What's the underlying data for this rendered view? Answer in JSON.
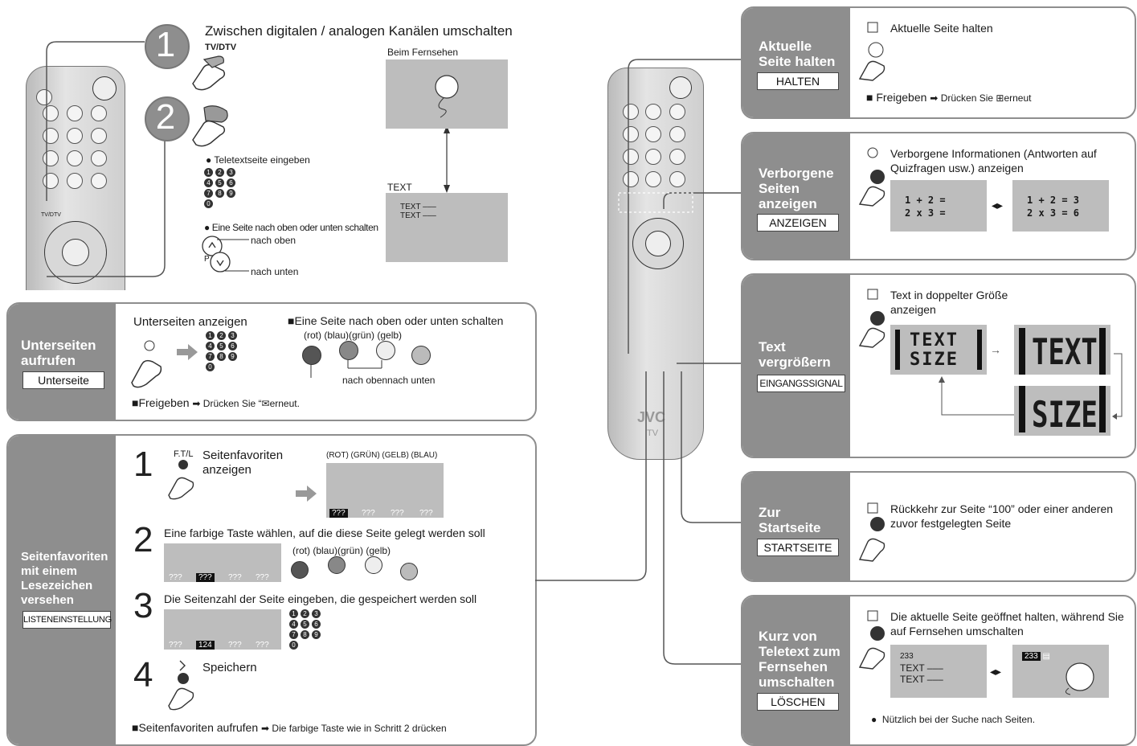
{
  "top": {
    "step1_title": "Zwischen digitalen / analogen Kanälen umschalten",
    "step1_number": "1",
    "step1_button": "TV/DTV",
    "step2_number": "2",
    "beim_fernsehen": "Beim Fernsehen",
    "text_label": "TEXT",
    "screen_text_1": "TEXT –––",
    "screen_text_2": "TEXT –––",
    "teletext_eingeben": "Teletextseite eingeben",
    "seite_schalten": "Eine Seite nach oben oder unten schalten",
    "nach_oben": "nach oben",
    "nach_unten": "nach unten",
    "p_label": "P"
  },
  "numpad": [
    "1",
    "2",
    "3",
    "4",
    "5",
    "6",
    "7",
    "8",
    "9",
    "0"
  ],
  "unterseiten": {
    "title": "Unterseiten aufrufen",
    "label": "Unterseite",
    "anzeigen": "Unterseiten anzeigen",
    "seite_schalten": "Eine Seite nach oben oder unten schalten",
    "colors": "(rot) (blau)(grün) (gelb)",
    "nach_oben_unten": "nach obennach unten",
    "freigeben": "Freigeben",
    "druecken": "Drücken Sie",
    "erneut": "erneut."
  },
  "favoriten": {
    "title": "Seitenfavoriten mit einem Lesezeichen versehen",
    "label": "LISTENEINSTELLUNG",
    "step1_num": "1",
    "step1_btn": "F.T/L",
    "step1_text": "Seitenfavoriten anzeigen",
    "step1_colors": "(ROT) (GRÜN) (GELB) (BLAU)",
    "qqq": "???",
    "step2_num": "2",
    "step2_text": "Eine farbige Taste wählen, auf die diese Seite gelegt werden soll",
    "step2_colors": "(rot) (blau)(grün) (gelb)",
    "step3_num": "3",
    "step3_text": "Die Seitenzahl der Seite eingeben, die gespeichert werden soll",
    "page_124": "124",
    "step4_num": "4",
    "step4_text": "Speichern",
    "aufrufen": "Seitenfavoriten aufrufen",
    "aufrufen_hint": "Die farbige Taste wie in Schritt 2 drücken"
  },
  "remote": {
    "brand": "JVC",
    "tv": "TV",
    "tvdtv": "TV/DTV"
  },
  "halten": {
    "title": "Aktuelle Seite halten",
    "label": "HALTEN",
    "text": "Aktuelle Seite halten",
    "freigeben": "Freigeben",
    "druecken": "Drücken Sie",
    "erneut": "erneut"
  },
  "anzeigen": {
    "title": "Verborgene Seiten anzeigen",
    "label": "ANZEIGEN",
    "text": "Verborgene Informationen (Antworten auf Quizfragen usw.) anzeigen",
    "quiz_left_1": "1 + 2 =",
    "quiz_left_2": "2 x 3 =",
    "quiz_right_1": "1 + 2 = 3",
    "quiz_right_2": "2 x 3 = 6"
  },
  "vergroessern": {
    "title": "Text vergrößern",
    "label": "EINGANGSSIGNAL",
    "text": "Text in doppelter Größe anzeigen",
    "size_text": "TEXT",
    "size_size": "SIZE"
  },
  "startseite": {
    "title": "Zur Startseite",
    "label": "STARTSEITE",
    "text": "Rückkehr zur Seite “100” oder einer anderen zuvor festgelegten Seite"
  },
  "loeschen": {
    "title": "Kurz von Teletext zum Fernsehen umschalten",
    "label": "LÖSCHEN",
    "text": "Die aktuelle Seite geöffnet halten, während Sie auf Fernsehen umschalten",
    "page": "233",
    "screen_text_1": "TEXT –––",
    "screen_text_2": "TEXT –––",
    "hint": "Nützlich bei der Suche nach Seiten."
  },
  "colors": {
    "panel_gray": "#8e8e8e",
    "screen_gray": "#bdbdbd",
    "btn_dark": "#555555"
  }
}
